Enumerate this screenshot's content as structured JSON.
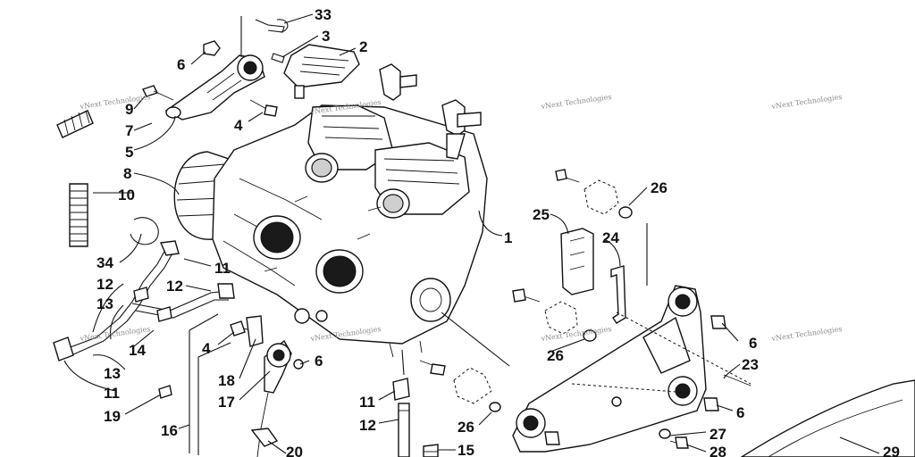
{
  "diagram": {
    "callouts": [
      {
        "id": "c33",
        "text": "33"
      },
      {
        "id": "c3",
        "text": "3"
      },
      {
        "id": "c2",
        "text": "2"
      },
      {
        "id": "c6a",
        "text": "6"
      },
      {
        "id": "c9",
        "text": "9"
      },
      {
        "id": "c7",
        "text": "7"
      },
      {
        "id": "c4a",
        "text": "4"
      },
      {
        "id": "c5",
        "text": "5"
      },
      {
        "id": "c8",
        "text": "8"
      },
      {
        "id": "c10",
        "text": "10"
      },
      {
        "id": "c1",
        "text": "1"
      },
      {
        "id": "c26a",
        "text": "26"
      },
      {
        "id": "c25",
        "text": "25"
      },
      {
        "id": "c24",
        "text": "24"
      },
      {
        "id": "c34",
        "text": "34"
      },
      {
        "id": "c11a",
        "text": "11"
      },
      {
        "id": "c12a",
        "text": "12"
      },
      {
        "id": "c12b",
        "text": "12"
      },
      {
        "id": "c13a",
        "text": "13"
      },
      {
        "id": "c14",
        "text": "14"
      },
      {
        "id": "c13b",
        "text": "13"
      },
      {
        "id": "c11b",
        "text": "11"
      },
      {
        "id": "c4b",
        "text": "4"
      },
      {
        "id": "c18",
        "text": "18"
      },
      {
        "id": "c6b",
        "text": "6"
      },
      {
        "id": "c17",
        "text": "17"
      },
      {
        "id": "c19",
        "text": "19"
      },
      {
        "id": "c16",
        "text": "16"
      },
      {
        "id": "c11c",
        "text": "11"
      },
      {
        "id": "c12c",
        "text": "12"
      },
      {
        "id": "c26b",
        "text": "26"
      },
      {
        "id": "c26c",
        "text": "26"
      },
      {
        "id": "c6c",
        "text": "6"
      },
      {
        "id": "c23",
        "text": "23"
      },
      {
        "id": "c6d",
        "text": "6"
      },
      {
        "id": "c27",
        "text": "27"
      },
      {
        "id": "c28",
        "text": "28"
      },
      {
        "id": "c15",
        "text": "15"
      },
      {
        "id": "c20",
        "text": "20"
      },
      {
        "id": "c29",
        "text": "29"
      }
    ],
    "watermark": "vNext Technologies"
  }
}
